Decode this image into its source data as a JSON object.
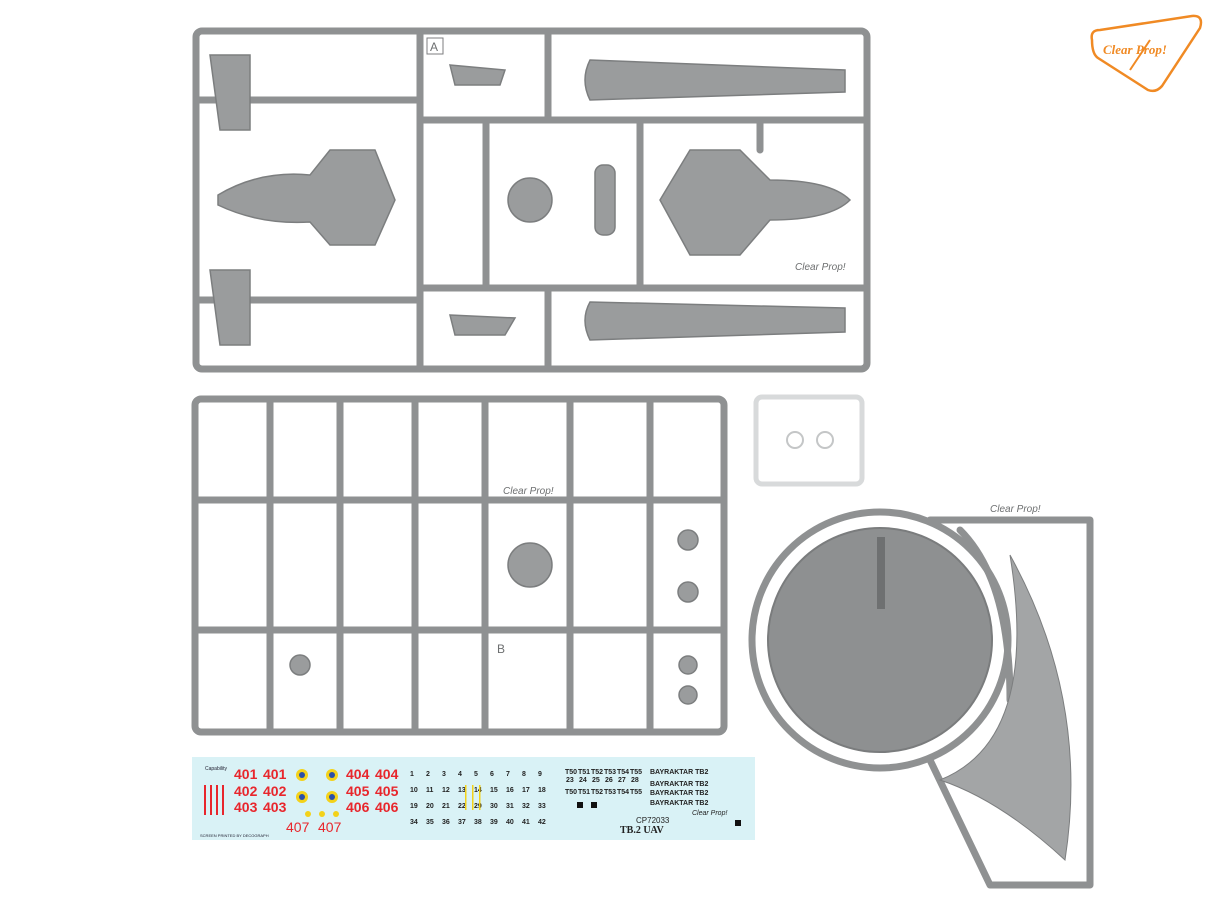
{
  "logo": {
    "text": "Clear Prop!",
    "color": "#f08a24"
  },
  "sprue_labels": {
    "a": "A",
    "b": "B"
  },
  "sprue_brand": "Clear Prop!",
  "decal_sheet": {
    "header": "Capability",
    "printer_credit": "SCREEN PRINTED BY DECOGRAPH",
    "codes_left": [
      "401",
      "401",
      "402",
      "402",
      "403",
      "403"
    ],
    "codes_right": [
      "404",
      "404",
      "405",
      "405",
      "406",
      "406"
    ],
    "code_bottom": [
      "407",
      "407"
    ],
    "small_numbers": [
      "1",
      "2",
      "3",
      "4",
      "5",
      "6",
      "7",
      "8",
      "9",
      "10",
      "11",
      "12",
      "13",
      "14",
      "15",
      "16",
      "17",
      "18",
      "19",
      "20",
      "21",
      "22",
      "29",
      "30",
      "31",
      "32",
      "33",
      "34",
      "35",
      "36",
      "37",
      "38",
      "39",
      "40",
      "41",
      "42"
    ],
    "tail_row": [
      "T50",
      "T51",
      "T52",
      "T53",
      "T54",
      "T55"
    ],
    "tail_numbers": [
      "23",
      "24",
      "25",
      "26",
      "27",
      "28"
    ],
    "bayraktar_label": "BAYRAKTAR TB2",
    "kit_code": "CP72033",
    "kit_name": "TB.2 UAV",
    "colors": {
      "background": "#d9f2f6",
      "red": "#e8262c",
      "yellow": "#f3d21a",
      "blue": "#2a4fa8"
    }
  }
}
